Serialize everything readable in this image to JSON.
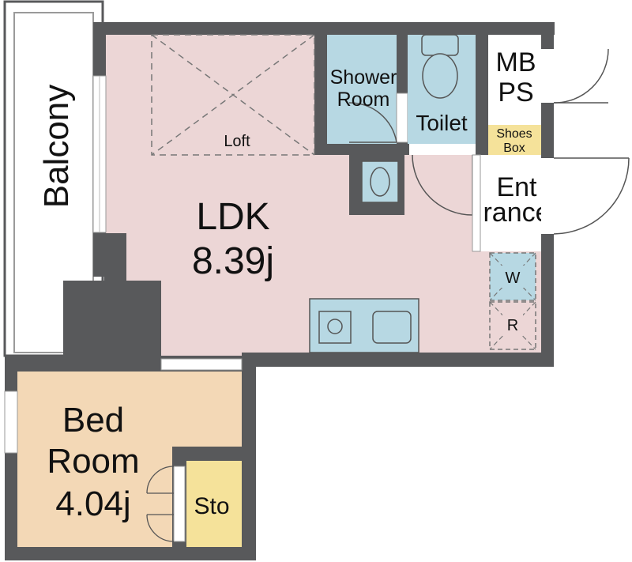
{
  "rooms": {
    "balcony": {
      "label": "Balcony"
    },
    "ldk": {
      "label": "LDK",
      "size": "8.39j"
    },
    "loft": {
      "label": "Loft"
    },
    "shower_room": {
      "line1": "Shower",
      "line2": "Room"
    },
    "toilet": {
      "label": "Toilet"
    },
    "mbps": {
      "line1": "MB",
      "line2": "PS"
    },
    "shoes_box": {
      "line1": "Shoes",
      "line2": "Box"
    },
    "entrance": {
      "line1": "Ent",
      "line2": "rance"
    },
    "washer": {
      "label": "W"
    },
    "fridge": {
      "label": "R"
    },
    "bed_room": {
      "line1": "Bed",
      "line2": "Room",
      "size": "4.04j"
    },
    "storage": {
      "label": "Sto"
    }
  },
  "colors": {
    "wall": "#58595b",
    "ldk": "#ecd6d6",
    "bedroom": "#f3d8b6",
    "wet_area": "#b7d8e3",
    "storage": "#f5e29a",
    "white": "#ffffff"
  }
}
